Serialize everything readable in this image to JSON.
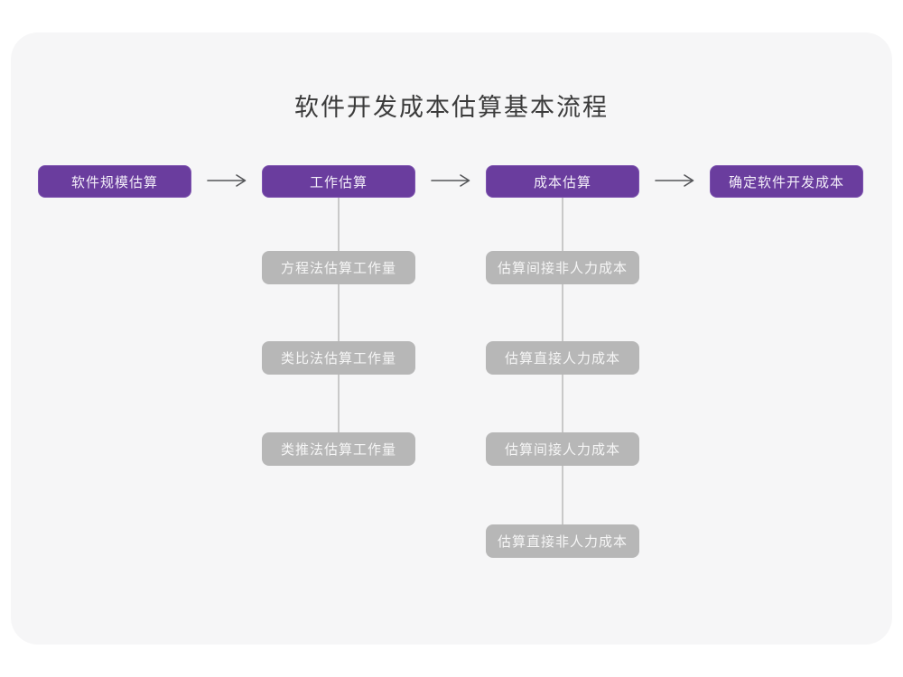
{
  "title": "软件开发成本估算基本流程",
  "colors": {
    "card_bg": "#f6f6f7",
    "title_text": "#3b3b3b",
    "stage_bg": "#6a3d9e",
    "stage_border": "#7d53af",
    "stage_text": "#f3eef9",
    "substep_bg": "#b7b7b7",
    "substep_text": "#f6f6f6",
    "connector": "#c9c9c9",
    "arrow": "#555659"
  },
  "flow": {
    "stages": [
      {
        "label": "软件规模估算",
        "substeps": []
      },
      {
        "label": "工作估算",
        "substeps": [
          "方程法估算工作量",
          "类比法估算工作量",
          "类推法估算工作量"
        ]
      },
      {
        "label": "成本估算",
        "substeps": [
          "估算间接非人力成本",
          "估算直接人力成本",
          "估算间接人力成本",
          "估算直接非人力成本"
        ]
      },
      {
        "label": "确定软件开发成本",
        "substeps": []
      }
    ]
  },
  "icons": {
    "arrow_right": "long-right-arrow"
  }
}
